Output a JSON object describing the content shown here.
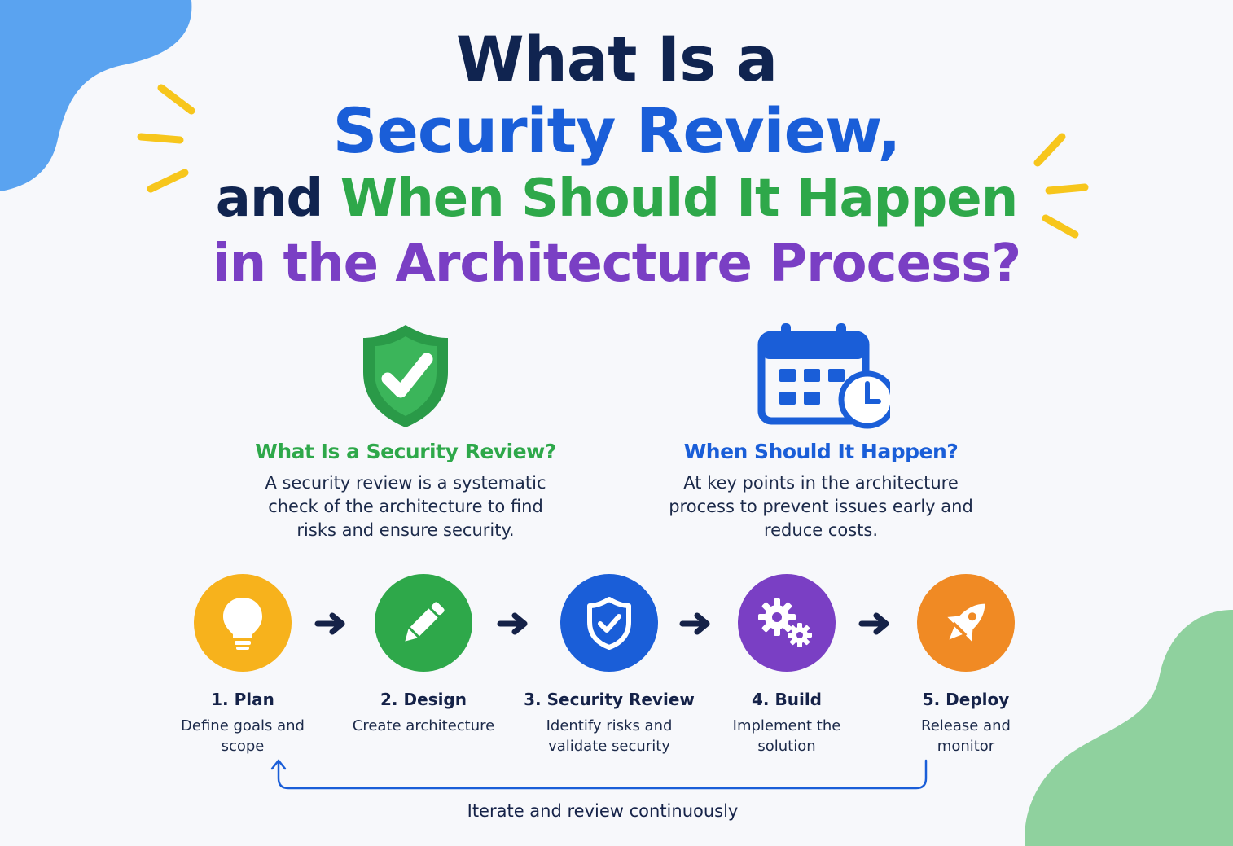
{
  "title": {
    "line1": "What Is a",
    "line2": "Security Review,",
    "line3_part1": "and",
    "line3_part2": "When Should It Happen",
    "line4": "in the Architecture Process?"
  },
  "columns": [
    {
      "icon": "shield-check-icon",
      "heading": "What Is a Security Review?",
      "body": "A security review is a systematic check of the architecture to find risks and ensure security."
    },
    {
      "icon": "calendar-clock-icon",
      "heading": "When Should It Happen?",
      "body": "At key points in the architecture process to prevent issues early and reduce costs."
    }
  ],
  "steps": [
    {
      "label": "1. Plan",
      "desc": "Define goals and scope",
      "icon": "lightbulb-icon",
      "color": "#f7b21c"
    },
    {
      "label": "2. Design",
      "desc": "Create architecture",
      "icon": "pencil-icon",
      "color": "#2ea84a"
    },
    {
      "label": "3. Security Review",
      "desc": "Identify risks and validate security",
      "icon": "shield-check-icon",
      "color": "#1a5ed8"
    },
    {
      "label": "4. Build",
      "desc": "Implement the solution",
      "icon": "gears-icon",
      "color": "#7a3fc4"
    },
    {
      "label": "5. Deploy",
      "desc": "Release and monitor",
      "icon": "rocket-icon",
      "color": "#f08a24"
    }
  ],
  "loop_label": "Iterate and review continuously",
  "colors": {
    "navy": "#102450",
    "blue": "#1a5ed8",
    "green": "#2ea84a",
    "purple": "#7a3fc4",
    "yellow": "#f7b21c",
    "orange": "#f08a24"
  }
}
